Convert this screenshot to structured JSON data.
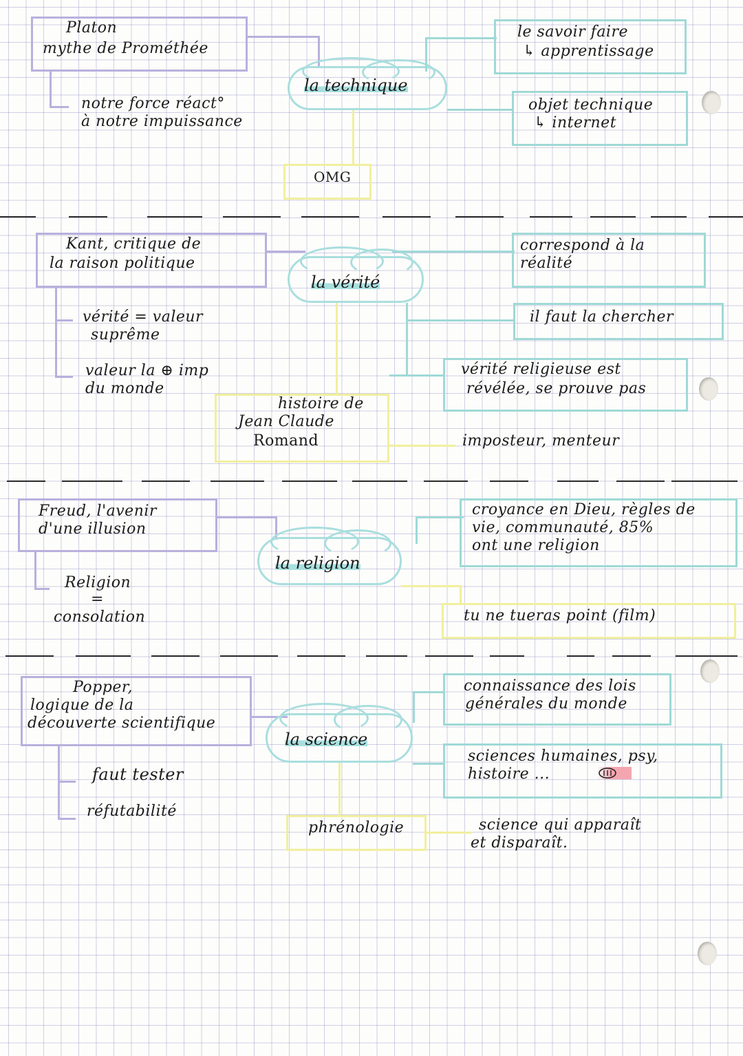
{
  "sections": [
    {
      "central": "la technique",
      "source_box": [
        "Platon",
        "mythe de Prométhée"
      ],
      "left_notes": [
        "notre force réact°",
        "à notre impuissance"
      ],
      "example": "OMG",
      "right_boxes": [
        [
          "le savoir faire",
          "↳ apprentissage"
        ],
        [
          "objet technique",
          "↳ internet"
        ]
      ]
    },
    {
      "central": "la vérité",
      "source_box": [
        "Kant, critique de",
        "la raison politique"
      ],
      "left_notes": [
        [
          "vérité = valeur",
          "suprême"
        ],
        [
          "valeur la ⊕ imp",
          "du monde"
        ]
      ],
      "example": [
        "histoire de",
        "Jean Claude",
        "Romand"
      ],
      "right_boxes": [
        [
          "correspond à la",
          "réalité"
        ],
        [
          "il faut la chercher"
        ],
        [
          "vérité religieuse est",
          "révélée, se prouve pas"
        ]
      ],
      "example_note": "imposteur, menteur"
    },
    {
      "central": "la religion",
      "source_box": [
        "Freud, l'avenir",
        "d'une illusion"
      ],
      "left_notes": [
        "Religion",
        "=",
        "consolation"
      ],
      "right_boxes": [
        [
          "croyance en Dieu, règles de",
          "vie, communauté, 85%",
          "ont une religion"
        ]
      ],
      "example": "tu ne tueras point (film)"
    },
    {
      "central": "la science",
      "source_box": [
        "Popper,",
        "logique de la",
        "découverte scientifique"
      ],
      "left_notes": [
        "faut tester",
        "réfutabilité"
      ],
      "example": "phrénologie",
      "right_boxes": [
        [
          "connaissance des lois",
          "générales du monde"
        ],
        [
          "sciences humaines, psy,",
          "histoire ..."
        ]
      ],
      "example_note": [
        "science qui apparaît",
        "et disparaît."
      ]
    }
  ],
  "icons": {
    "annotation_marker": "circled-iii-icon"
  },
  "colors": {
    "source_box": "#b9b0dd",
    "concept_box": "#9fd9d6",
    "example_box": "#f1ef9e",
    "highlight": "#a8e0df",
    "marker_pink": "#f4a6b0"
  }
}
